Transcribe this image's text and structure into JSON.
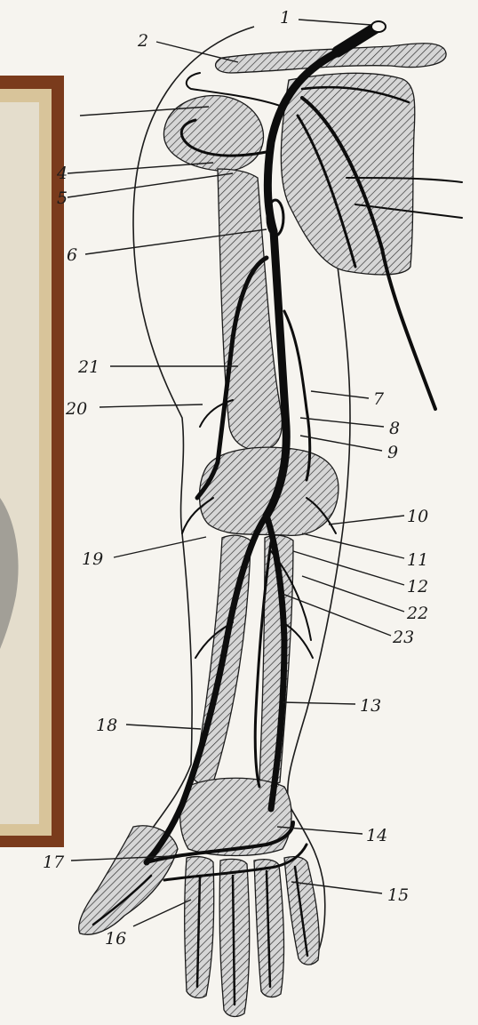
{
  "labels": {
    "l1": "1",
    "l2": "2",
    "l4": "4",
    "l5": "5",
    "l6": "6",
    "l7": "7",
    "l8": "8",
    "l9": "9",
    "l10": "10",
    "l11": "11",
    "l12": "12",
    "l13": "13",
    "l14": "14",
    "l15": "15",
    "l16": "16",
    "l17": "17",
    "l18": "18",
    "l19": "19",
    "l20": "20",
    "l21": "21",
    "l22": "22",
    "l23": "23"
  },
  "colors": {
    "paper": "#f6f4ef",
    "ink": "#1b1b1b",
    "hatch_fill": "#cfcfcf",
    "frame_wood": "#7a3b1c",
    "frame_mat": "#d8c49a"
  }
}
